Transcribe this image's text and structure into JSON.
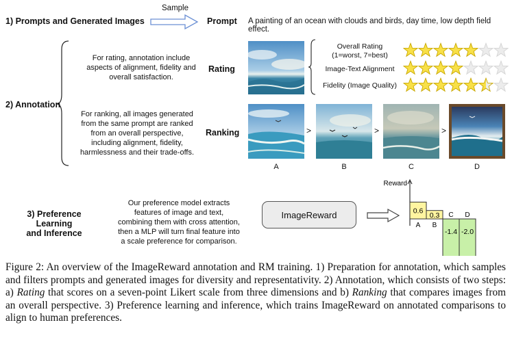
{
  "section1": {
    "title": "1) Prompts and Generated Images",
    "sample_label": "Sample",
    "prompt_label": "Prompt",
    "prompt_text": "A painting of an ocean with clouds and birds, day time, low depth field effect."
  },
  "section2": {
    "title": "2) Annotation",
    "rating_desc": "For rating, annotation include aspects of alignment, fidelity and overall satisfaction.",
    "rating_label": "Rating",
    "ranking_desc": "For ranking, all images generated from the same prompt are ranked from an overall perspective, including alignment, fidelity, harmlessness and their trade-offs.",
    "ranking_label": "Ranking",
    "ratings": [
      {
        "label": "Overall Rating",
        "sublabel": "(1=worst, 7=best)",
        "value": 5,
        "max": 7
      },
      {
        "label": "Image-Text Alignment",
        "value": 4,
        "max": 7
      },
      {
        "label": "Fidelity (Image Quality)",
        "value": 5.5,
        "max": 7
      }
    ],
    "ranking_images": [
      "A",
      "B",
      "C",
      "D"
    ],
    "ranking_separator": ">"
  },
  "section3": {
    "title_line1": "3) Preference Learning",
    "title_line2": "and Inference",
    "desc": "Our preference model extracts features of image and text, combining them with cross attention, then a MLP will turn final feature into a scale preference for comparison.",
    "model_label": "ImageReward"
  },
  "chart_data": {
    "type": "bar",
    "ylabel": "Reward",
    "categories": [
      "A",
      "B",
      "C",
      "D"
    ],
    "values": [
      0.6,
      0.3,
      -1.4,
      -2.0
    ],
    "data_labels": [
      "0.6",
      "0.3",
      "-1.4",
      "-2.0"
    ],
    "ylim": [
      -2.0,
      0.6
    ],
    "bar_color_positive": "#fff5a0",
    "bar_color_negative": "#c8f0a8"
  },
  "caption": {
    "prefix": "Figure 2: An overview of the ImageReward annotation and RM training. 1) Preparation for annotation, which samples and filters prompts and generated images for diversity and representativity. 2) Annotation, which consists of two steps: a) ",
    "rating_word": "Rating",
    "middle": " that scores on a seven-point Likert scale from three dimensions and b) ",
    "ranking_word": "Ranking",
    "suffix": " that compares images from an overall perspective. 3) Preference learning and inference, which trains ImageReward on annotated comparisons to align to human preferences."
  }
}
